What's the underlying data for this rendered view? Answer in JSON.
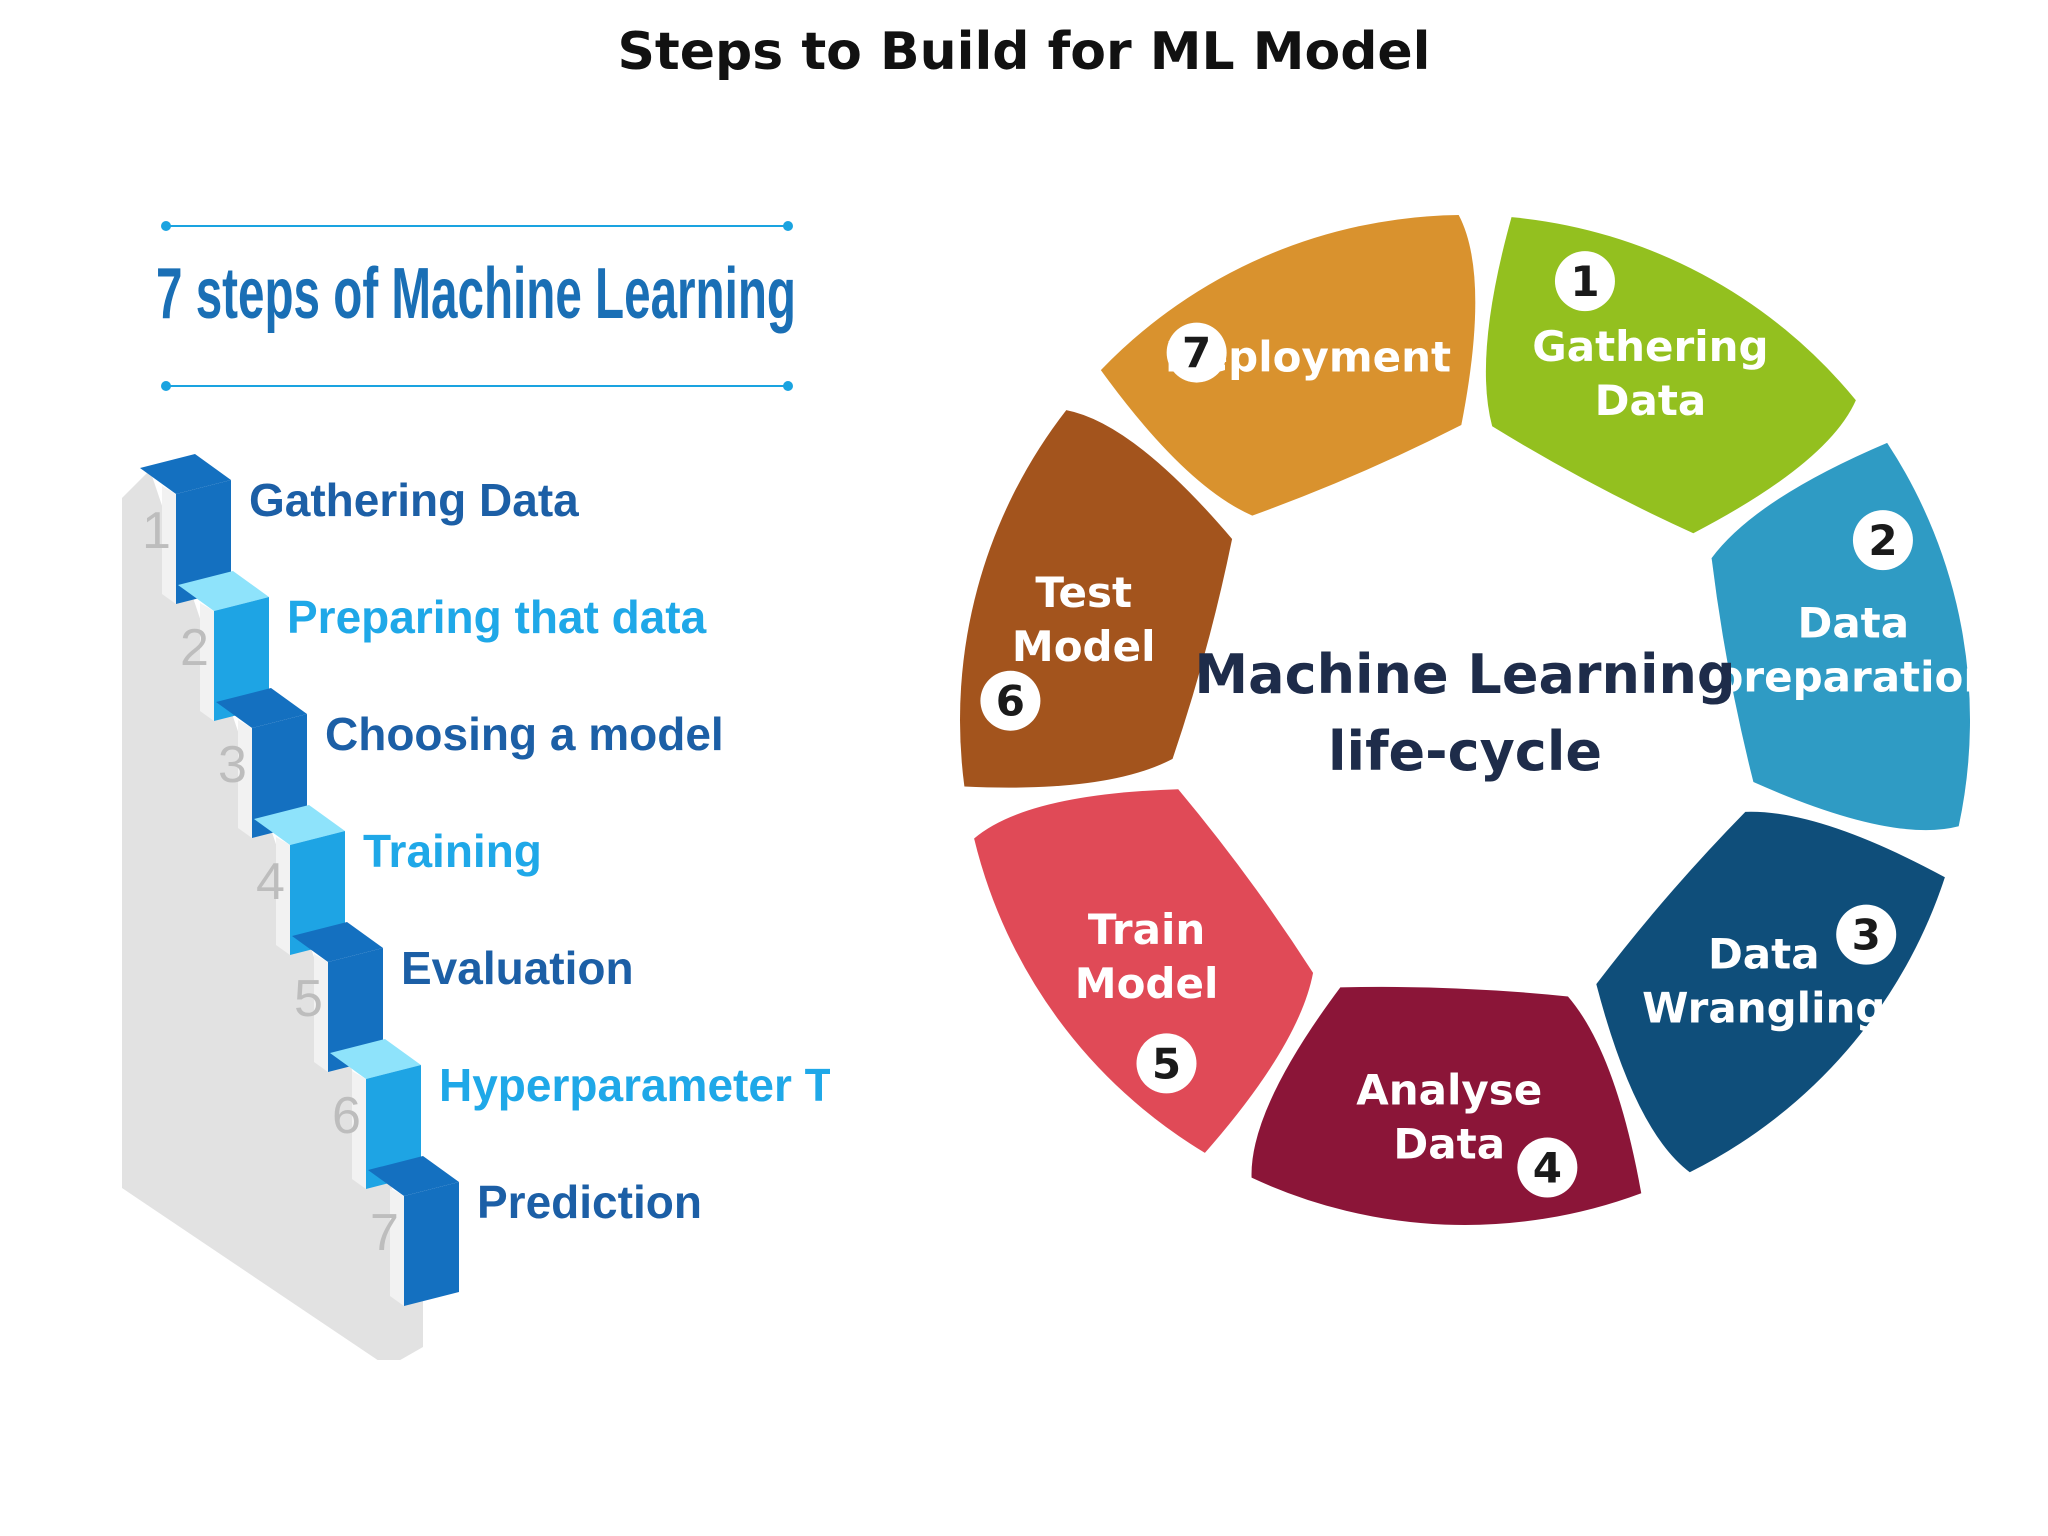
{
  "title": "Steps to Build for ML Model",
  "left_panel": {
    "heading": "7 steps of Machine Learning",
    "colors": {
      "heading": "#1a6fb5",
      "rule": "#1aa3e0",
      "dark_blue": "#1470c0",
      "mid_blue": "#1ea4e4",
      "light_blue": "#8ee3fb",
      "dark_text": "#1c5fa6",
      "light_text": "#1fa8e8",
      "stair_gray": "#e2e2e2",
      "stair_num": "#bdbdbd"
    },
    "steps": [
      {
        "num": "1",
        "label": "Gathering Data"
      },
      {
        "num": "2",
        "label": "Preparing that data"
      },
      {
        "num": "3",
        "label": "Choosing a model"
      },
      {
        "num": "4",
        "label": "Training"
      },
      {
        "num": "5",
        "label": "Evaluation"
      },
      {
        "num": "6",
        "label": "Hyperparameter Tuning"
      },
      {
        "num": "7",
        "label": "Prediction"
      }
    ]
  },
  "right_panel": {
    "center_line1": "Machine Learning",
    "center_line2": "life-cycle",
    "segments": [
      {
        "num": "1",
        "line1": "Gathering",
        "line2": "Data",
        "color": "#93c01f"
      },
      {
        "num": "2",
        "line1": "Data",
        "line2": "preparation",
        "color": "#2f9bc4"
      },
      {
        "num": "3",
        "line1": "Data",
        "line2": "Wrangling",
        "color": "#0f4e7a"
      },
      {
        "num": "4",
        "line1": "Analyse",
        "line2": "Data",
        "color": "#8b1538"
      },
      {
        "num": "5",
        "line1": "Train",
        "line2": "Model",
        "color": "#e04a57"
      },
      {
        "num": "6",
        "line1": "Test",
        "line2": "Model",
        "color": "#a3541d"
      },
      {
        "num": "7",
        "line1": "Deployment",
        "line2": "",
        "color": "#d9922e"
      }
    ]
  }
}
